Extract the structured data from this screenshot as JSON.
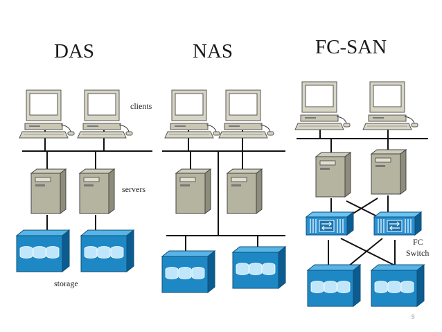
{
  "sections": [
    {
      "id": "das",
      "title": "DAS"
    },
    {
      "id": "nas",
      "title": "NAS"
    },
    {
      "id": "fcsan",
      "title": "FC-SAN"
    }
  ],
  "labels": {
    "clients": "clients",
    "servers": "servers",
    "storage": "storage",
    "fc_switch_line1": "FC",
    "fc_switch_line2": "Switch"
  },
  "page_number": "9",
  "colors": {
    "storage_blue": "#1e88c4",
    "switch_blue": "#2a8fd0",
    "server_gray": "#b5b4a0",
    "monitor_beige": "#d7d5c3",
    "line": "#111111"
  },
  "icons": {
    "client": "desktop-computer-icon",
    "server": "tower-server-icon",
    "storage": "disk-array-icon",
    "switch": "fc-switch-icon"
  }
}
